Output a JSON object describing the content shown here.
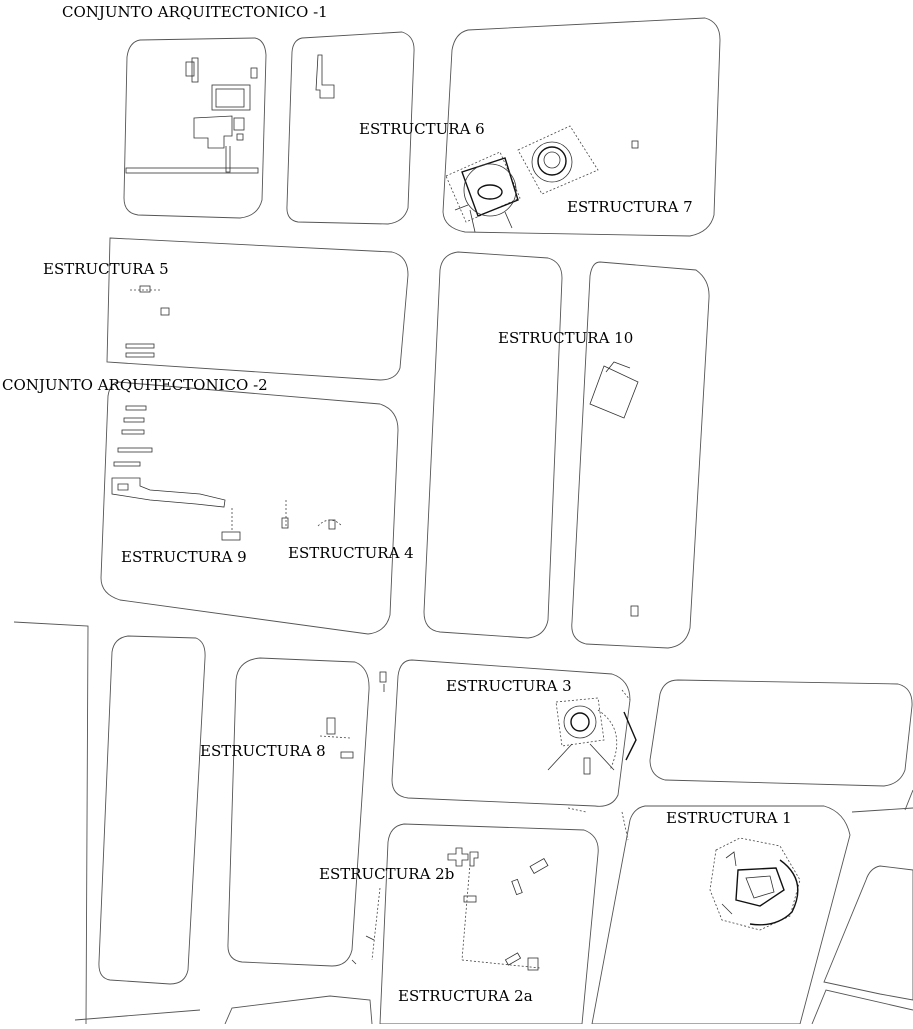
{
  "labels": {
    "conjunto_1": "CONJUNTO ARQUITECTONICO -1",
    "conjunto_2": "CONJUNTO ARQUITECTONICO -2",
    "estructura_1": "ESTRUCTURA 1",
    "estructura_2a": "ESTRUCTURA 2a",
    "estructura_2b": "ESTRUCTURA 2b",
    "estructura_3": "ESTRUCTURA 3",
    "estructura_4": "ESTRUCTURA 4",
    "estructura_5": "ESTRUCTURA 5",
    "estructura_6": "ESTRUCTURA 6",
    "estructura_7": "ESTRUCTURA 7",
    "estructura_8": "ESTRUCTURA 8",
    "estructura_9": "ESTRUCTURA 9",
    "estructura_10": "ESTRUCTURA 10"
  }
}
